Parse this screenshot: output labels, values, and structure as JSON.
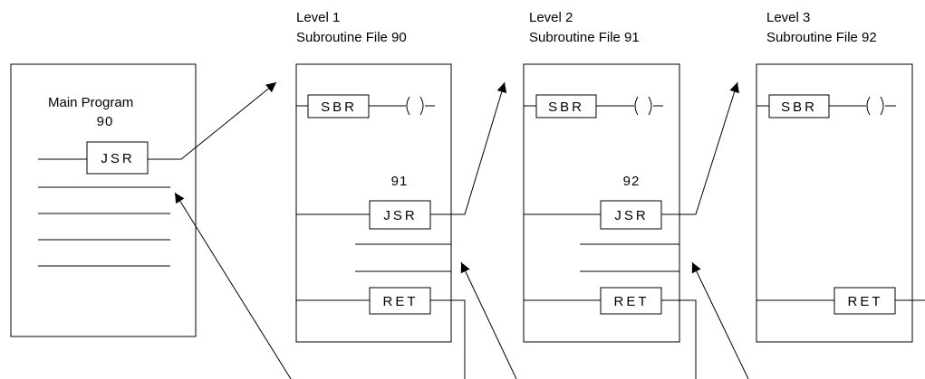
{
  "main_program": {
    "title": "Main Program",
    "jsr_number": "90",
    "jsr_label": "JSR"
  },
  "levels": [
    {
      "level_label": "Level 1",
      "file_label": "Subroutine File 90",
      "sbr_label": "SBR",
      "jsr_number": "91",
      "jsr_label": "JSR",
      "ret_label": "RET"
    },
    {
      "level_label": "Level 2",
      "file_label": "Subroutine File 91",
      "sbr_label": "SBR",
      "jsr_number": "92",
      "jsr_label": "JSR",
      "ret_label": "RET"
    },
    {
      "level_label": "Level 3",
      "file_label": "Subroutine File 92",
      "sbr_label": "SBR",
      "ret_label": "RET"
    }
  ]
}
